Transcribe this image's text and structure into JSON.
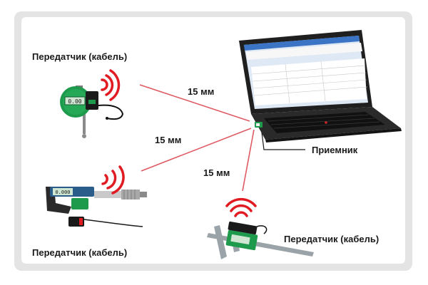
{
  "labels": {
    "transmitter_indicator": "Передатчик (кабель)",
    "transmitter_micrometer": "Передатчик (кабель)",
    "transmitter_caliper": "Передатчик (кабель)",
    "receiver": "Приемник"
  },
  "distances": {
    "indicator": "15 мм",
    "micrometer": "15 мм",
    "caliper": "15 мм"
  },
  "colors": {
    "signal": "#e11b22",
    "link_line": "#e05a63",
    "device_green": "#1e9a4d",
    "laptop_body": "#1f1f1f"
  }
}
